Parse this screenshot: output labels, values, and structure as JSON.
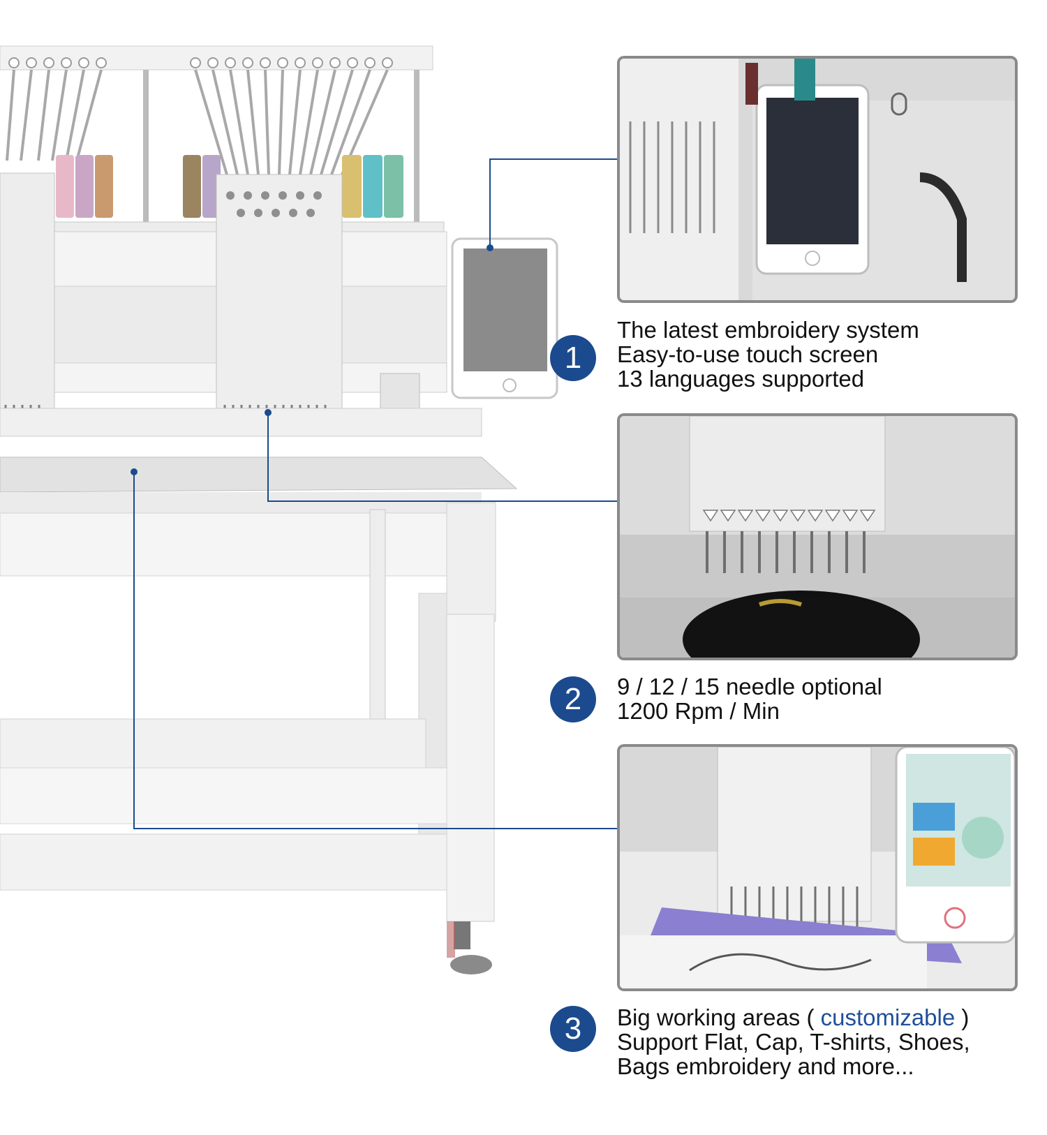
{
  "features": [
    {
      "number": "1",
      "photo_subject": "touch screen control panel",
      "lines": [
        "The latest embroidery system",
        "Easy-to-use touch screen",
        "13 languages supported"
      ]
    },
    {
      "number": "2",
      "photo_subject": "needle head over cap",
      "lines": [
        "9 / 12 / 15 needle optional",
        "1200 Rpm / Min"
      ]
    },
    {
      "number": "3",
      "photo_subject": "working area with hoop and screen",
      "line1_before": "Big working areas ( ",
      "line1_accent": "customizable",
      "line1_after": " )",
      "lines": [
        "Support Flat, Cap, T-shirts, Shoes,",
        "Bags embroidery and more..."
      ]
    }
  ],
  "colors": {
    "accent": "#1b4a8e",
    "accent_text": "#1f4f9a",
    "frame": "#8a8a8a",
    "text": "#111111"
  }
}
